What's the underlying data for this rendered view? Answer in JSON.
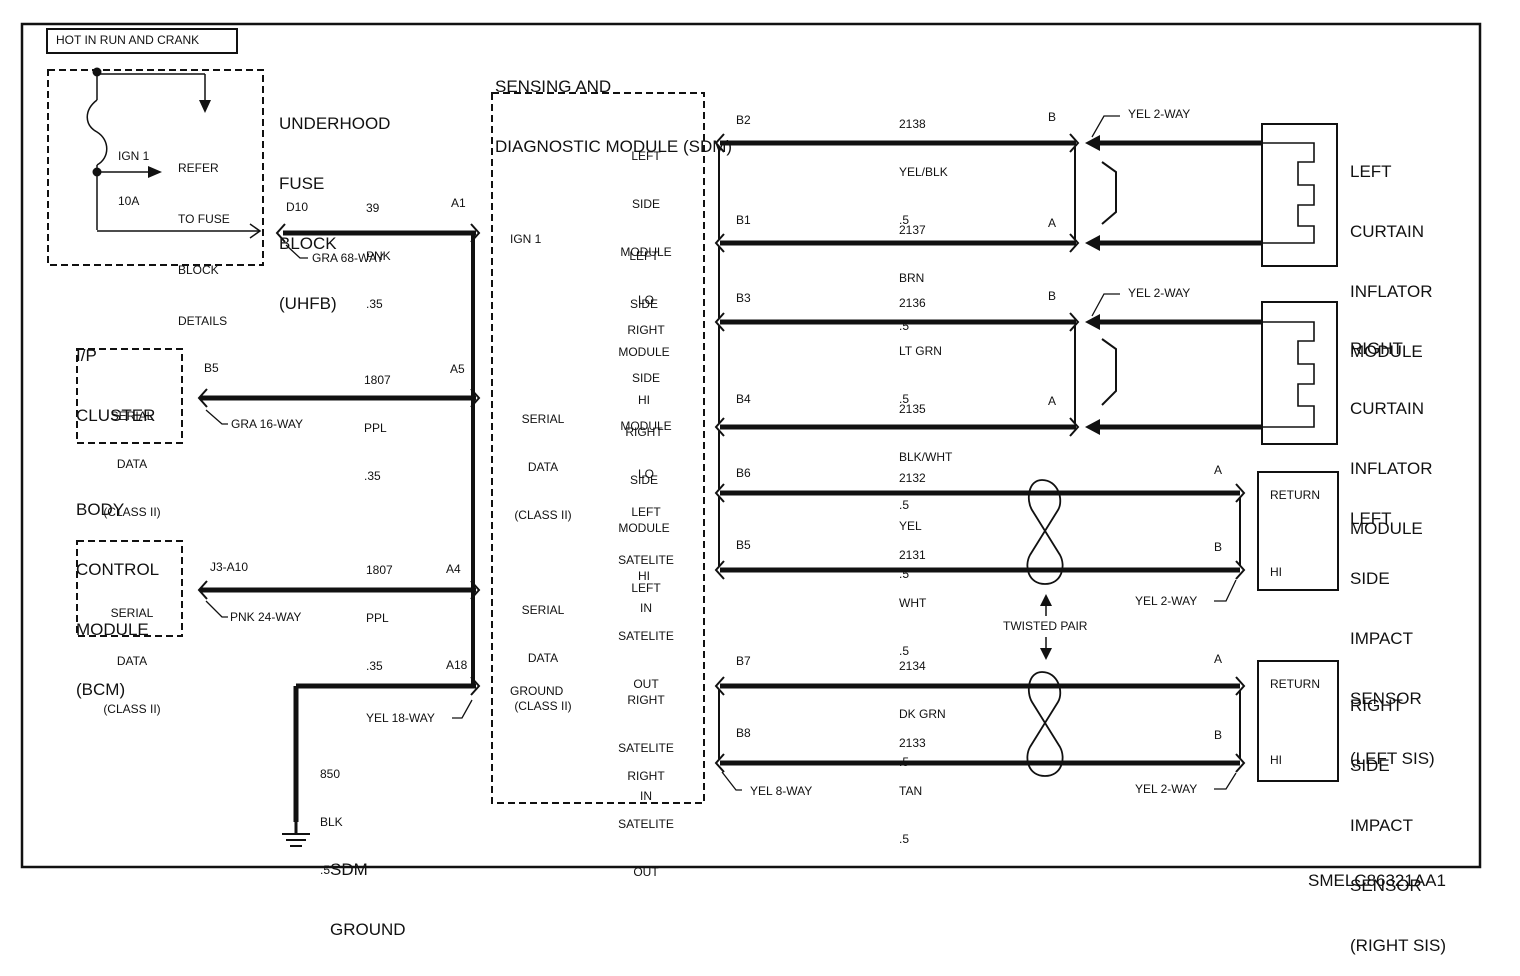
{
  "header_box": "HOT IN RUN AND CRANK",
  "sdm": {
    "title": [
      "SENSING AND",
      "DIAGNOSTIC MODULE (SDM)"
    ],
    "ign_label": "IGN 1",
    "serial1": [
      "SERIAL",
      "DATA",
      "(CLASS II)"
    ],
    "serial2": [
      "SERIAL",
      "DATA",
      "(CLASS II)"
    ],
    "ground_label": "GROUND"
  },
  "uhfb": {
    "title": [
      "UNDERHOOD",
      "FUSE",
      "BLOCK",
      "(UHFB)"
    ],
    "fuse": [
      "IGN 1",
      "10A"
    ],
    "refer": [
      "REFER",
      "TO FUSE",
      "BLOCK",
      "DETAILS"
    ],
    "connector": "GRA 68-WAY",
    "pin": "D10"
  },
  "ipc": {
    "title": [
      "I/P",
      "CLUSTER"
    ],
    "box": [
      "SERIAL",
      "DATA",
      "(CLASS II)"
    ],
    "pin": "B5",
    "connector": "GRA 16-WAY"
  },
  "bcm": {
    "title": [
      "BODY",
      "CONTROL",
      "MODULE",
      "(BCM)"
    ],
    "box": [
      "SERIAL",
      "DATA",
      "(CLASS II)"
    ],
    "pin": "J3-A10",
    "connector": "PNK 24-WAY"
  },
  "left_wires": [
    {
      "circuit": "39",
      "color": "PNK",
      "gauge": ".35",
      "sdm_pin": "A1"
    },
    {
      "circuit": "1807",
      "color": "PPL",
      "gauge": ".35",
      "sdm_pin": "A5"
    },
    {
      "circuit": "1807",
      "color": "PPL",
      "gauge": ".35",
      "sdm_pin": "A4"
    },
    {
      "circuit": "",
      "color": "",
      "gauge": "",
      "sdm_pin": "A18"
    }
  ],
  "ground": {
    "circuit": "850",
    "color": "BLK",
    "gauge": ".5",
    "connector": "YEL 18-WAY",
    "label": [
      "SDM",
      "GROUND"
    ]
  },
  "sdm_functions": [
    [
      "LEFT",
      "SIDE",
      "MODULE",
      "LO"
    ],
    [
      "LEFT",
      "SIDE",
      "MODULE",
      "HI"
    ],
    [
      "RIGHT",
      "SIDE",
      "MODULE",
      "LO"
    ],
    [
      "RIGHT",
      "SIDE",
      "MODULE",
      "HI"
    ],
    [
      "LEFT",
      "SATELITE",
      "IN"
    ],
    [
      "LEFT",
      "SATELITE",
      "OUT"
    ],
    [
      "RIGHT",
      "SATELITE",
      "IN"
    ],
    [
      "RIGHT",
      "SATELITE",
      "OUT"
    ]
  ],
  "right_wires": [
    {
      "pin": "B2",
      "circuit": "2138",
      "color": "YEL/BLK",
      "gauge": ".5",
      "end_pin": "B"
    },
    {
      "pin": "B1",
      "circuit": "2137",
      "color": "BRN",
      "gauge": ".5",
      "end_pin": "A"
    },
    {
      "pin": "B3",
      "circuit": "2136",
      "color": "LT GRN",
      "gauge": ".5",
      "end_pin": "B"
    },
    {
      "pin": "B4",
      "circuit": "2135",
      "color": "BLK/WHT",
      "gauge": ".5",
      "end_pin": "A"
    },
    {
      "pin": "B6",
      "circuit": "2132",
      "color": "YEL",
      "gauge": ".5",
      "end_pin": "A"
    },
    {
      "pin": "B5",
      "circuit": "2131",
      "color": "WHT",
      "gauge": ".5",
      "end_pin": "B"
    },
    {
      "pin": "B7",
      "circuit": "2134",
      "color": "DK GRN",
      "gauge": ".5",
      "end_pin": "A"
    },
    {
      "pin": "B8",
      "circuit": "2133",
      "color": "TAN",
      "gauge": ".5",
      "end_pin": "B"
    }
  ],
  "connectors": {
    "left_curtain": "YEL 2-WAY",
    "right_curtain": "YEL 2-WAY",
    "left_sis": "YEL 2-WAY",
    "right_sis": "YEL 2-WAY",
    "sdm_right": "YEL 8-WAY"
  },
  "twisted_pair": "TWISTED PAIR",
  "components": {
    "left_curtain": [
      "LEFT",
      "CURTAIN",
      "INFLATOR",
      "MODULE"
    ],
    "right_curtain": [
      "RIGHT",
      "CURTAIN",
      "INFLATOR",
      "MODULE"
    ],
    "left_sis": [
      "LEFT",
      "SIDE",
      "IMPACT",
      "SENSOR",
      "(LEFT SIS)"
    ],
    "right_sis": [
      "RIGHT",
      "SIDE",
      "IMPACT",
      "SENSOR",
      "(RIGHT SIS)"
    ],
    "return_label": "RETURN",
    "hi_label": "HI"
  },
  "figure_id": "SMELC86321AA1",
  "colors": {
    "ink": "#111111",
    "paper": "#ffffff"
  }
}
